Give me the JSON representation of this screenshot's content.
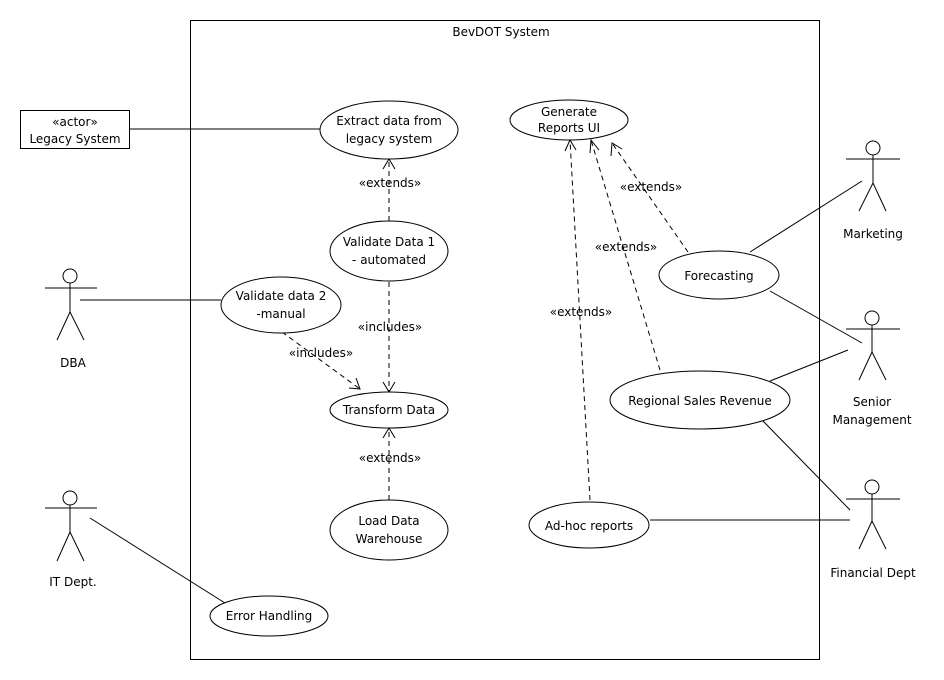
{
  "system": {
    "title": "BevDOT System"
  },
  "actors": {
    "legacy": {
      "stereotype": "«actor»",
      "name": "Legacy System"
    },
    "dba": "DBA",
    "it": "IT Dept.",
    "marketing": "Marketing",
    "senior": [
      "Senior",
      "Management"
    ],
    "financial": "Financial Dept"
  },
  "use_cases": {
    "extract": [
      "Extract data from",
      "legacy system"
    ],
    "validate1": [
      "Validate Data 1",
      "- automated"
    ],
    "validate2": [
      "Validate data 2",
      "-manual"
    ],
    "transform": [
      "Transform Data"
    ],
    "load": [
      "Load Data",
      "Warehouse"
    ],
    "error": [
      "Error Handling"
    ],
    "reports_ui": [
      "Generate",
      "Reports UI"
    ],
    "forecasting": [
      "Forecasting"
    ],
    "regional": [
      "Regional Sales Revenue"
    ],
    "adhoc": [
      "Ad-hoc reports"
    ]
  },
  "relations": {
    "extends_v1": "«extends»",
    "includes_v1": "«includes»",
    "includes_v2": "«includes»",
    "extends_load": "«extends»",
    "extends_forecast": "«extends»",
    "extends_regional": "«extends»",
    "extends_adhoc": "«extends»"
  }
}
